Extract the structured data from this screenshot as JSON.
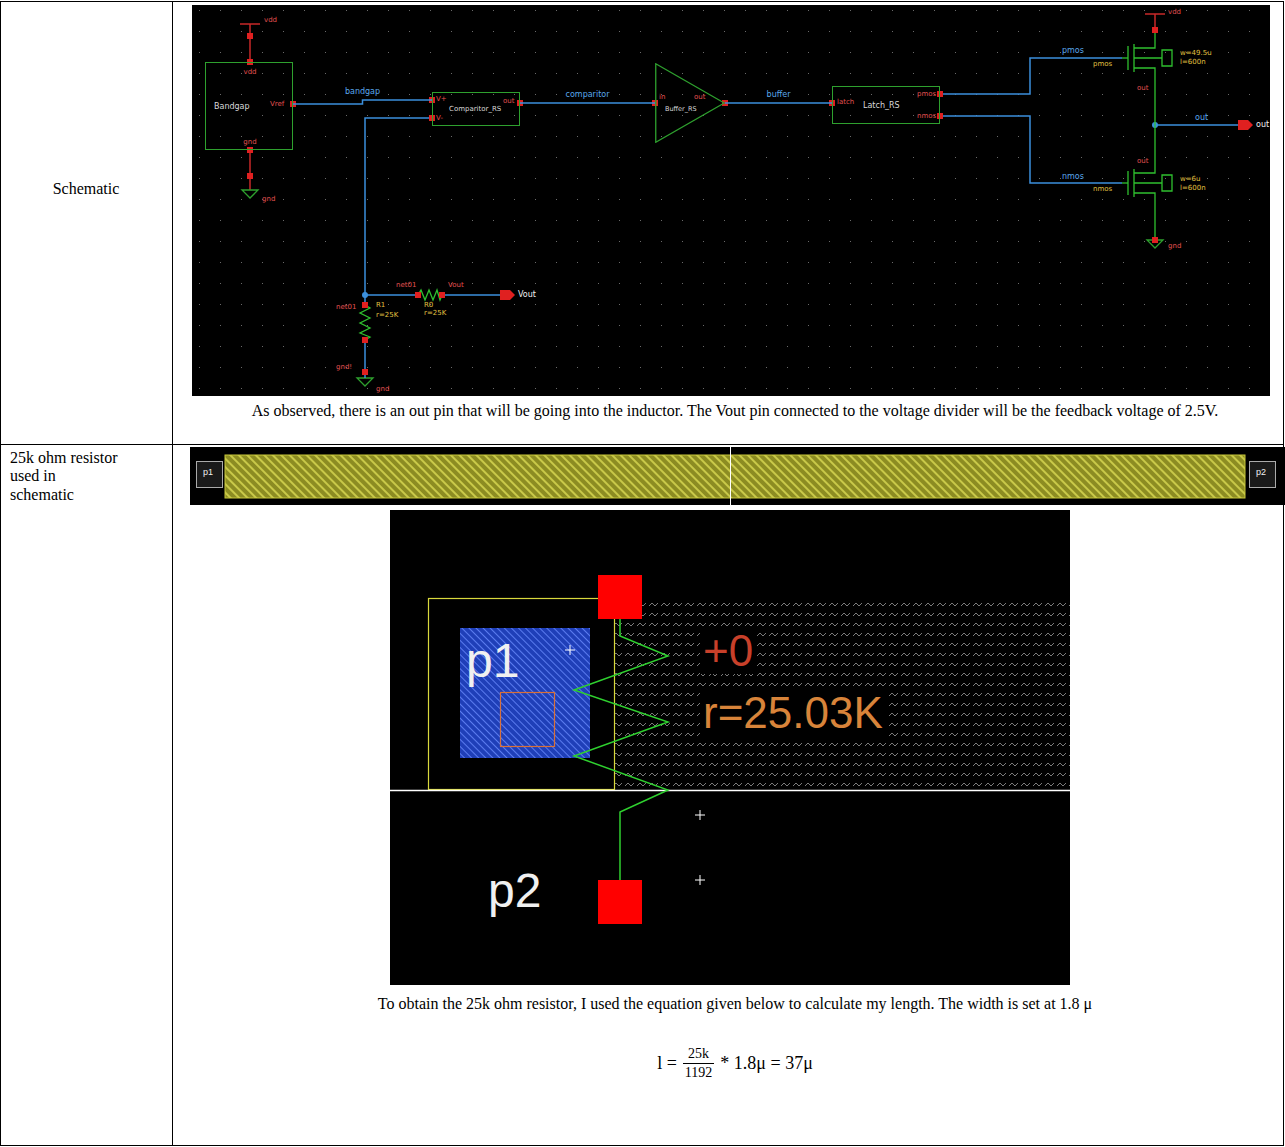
{
  "diagram": {
    "nodes": [
      {
        "text": [
          "vdd",
          "Bandgap",
          "Vref",
          "gnd"
        ]
      },
      {
        "text": [
          "V+",
          "V-",
          "Comparitor_RS",
          "out"
        ]
      },
      {
        "text": [
          "in",
          "Buffer_RS",
          "out"
        ]
      },
      {
        "text": [
          "latch",
          "Latch_RS",
          "pmos",
          "nmos"
        ]
      }
    ],
    "edges": [
      {
        "from": 0,
        "to": 1,
        "label": "bandgap",
        "arrow": "none"
      },
      {
        "from": 1,
        "to": 2,
        "label": "comparitor",
        "arrow": "none"
      },
      {
        "from": 2,
        "to": 3,
        "label": "buffer",
        "arrow": "none"
      }
    ],
    "labels": [
      "Schematic",
      "vdd",
      "gnd",
      "net01",
      "R1",
      "r=25K",
      "gnd!",
      "gnd",
      "net01",
      "R0",
      "r=25K",
      "Vout",
      "Vout",
      "pmos",
      "nmos",
      "vdd",
      "pmos",
      "w=49.5u",
      "l=600n",
      "out",
      "out",
      "nmos",
      "w=6u",
      "l=600n",
      "gnd",
      "out",
      "out",
      "As observed, there is an out pin that will be going into the inductor. The Vout pin connected to the voltage divider will be the feedback voltage of 2.5V.",
      "25k ohm resistor used in schematic",
      "p1",
      "p2",
      "p1",
      "+0",
      "r=25.03K",
      "p2",
      "To obtain the 25k ohm resistor, I used the equation given below to calculate my length. The width is set at 1.8 μ",
      "l =",
      "25k",
      "1192",
      "* 1.8μ = 37μ"
    ]
  }
}
